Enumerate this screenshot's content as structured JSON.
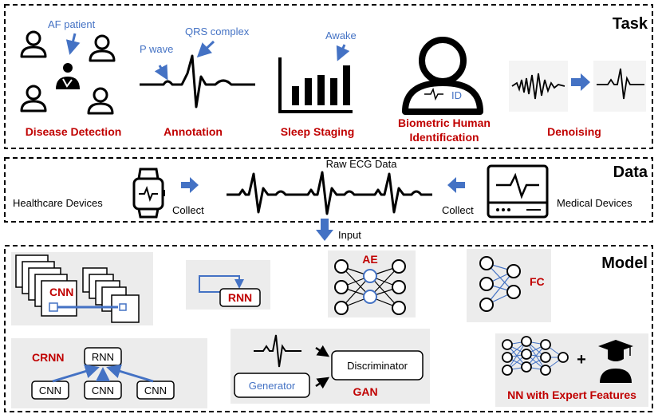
{
  "sections": {
    "task": "Task",
    "data": "Data",
    "model": "Model"
  },
  "task": {
    "disease_detection": "Disease Detection",
    "af_patient": "AF patient",
    "annotation": "Annotation",
    "qrs_complex": "QRS complex",
    "p_wave": "P wave",
    "sleep_staging": "Sleep Staging",
    "awake": "Awake",
    "biometric_line1": "Biometric Human",
    "biometric_line2": "Identification",
    "id": "ID",
    "denoising": "Denoising"
  },
  "data": {
    "healthcare_devices": "Healthcare Devices",
    "collect_left": "Collect",
    "raw_ecg": "Raw ECG Data",
    "collect_right": "Collect",
    "medical_devices": "Medical Devices",
    "input": "Input"
  },
  "model": {
    "cnn": "CNN",
    "rnn": "RNN",
    "ae": "AE",
    "fc": "FC",
    "crnn": "CRNN",
    "crnn_rnn": "RNN",
    "crnn_cnn1": "CNN",
    "crnn_cnn2": "CNN",
    "crnn_cnn3": "CNN",
    "generator": "Generator",
    "discriminator": "Discriminator",
    "gan": "GAN",
    "plus": "+",
    "nn_expert": "NN with Expert Features"
  },
  "colors": {
    "accent_blue": "#4472c4",
    "label_red": "#c00000",
    "panel_gray": "#ececec"
  }
}
